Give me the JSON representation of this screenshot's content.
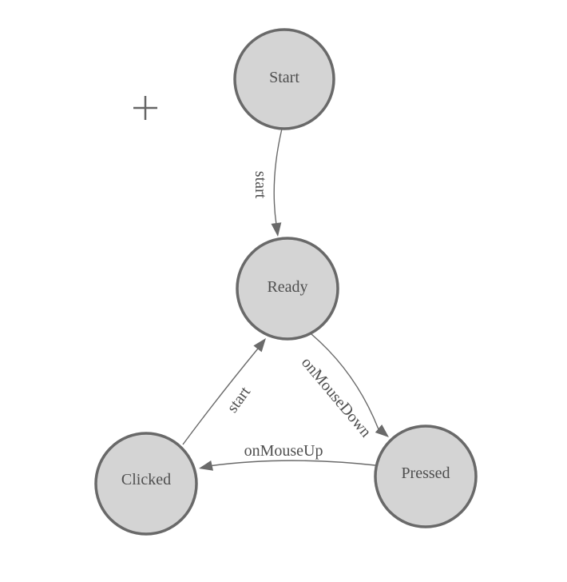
{
  "canvas": {
    "background": "#ffffff",
    "crosshair_marker": {
      "icon": "plus-crosshair",
      "color": "#666666"
    }
  },
  "diagram": {
    "type": "state-machine",
    "nodes": [
      {
        "label": "Start"
      },
      {
        "label": "Ready"
      },
      {
        "label": "Clicked"
      },
      {
        "label": "Pressed"
      }
    ],
    "edges": [
      {
        "from": "Start",
        "to": "Ready",
        "label": "start"
      },
      {
        "from": "Clicked",
        "to": "Ready",
        "label": "start"
      },
      {
        "from": "Ready",
        "to": "Pressed",
        "label": "onMouseDown"
      },
      {
        "from": "Pressed",
        "to": "Clicked",
        "label": "onMouseUp"
      }
    ],
    "colors": {
      "node_fill": "#d4d4d4",
      "node_border": "#696969",
      "edge_line": "#6a6a6a",
      "arrowhead": "#6a6a6a",
      "label_text": "#4f4f4f",
      "background": "#ffffff"
    }
  }
}
